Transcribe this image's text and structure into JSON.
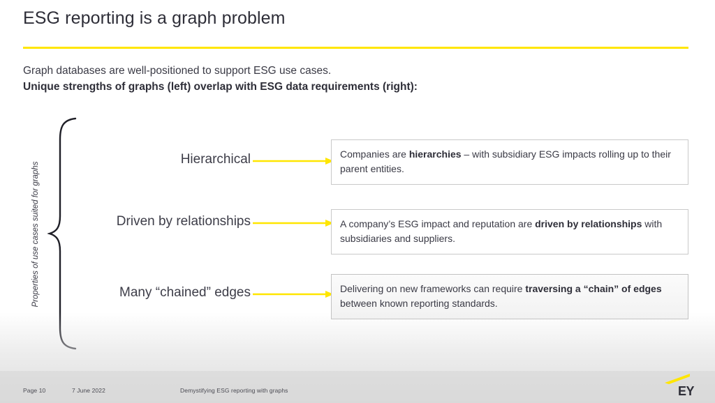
{
  "slide": {
    "title": "ESG reporting is a graph problem",
    "accent_color": "#ffe600",
    "text_color": "#2e2e38",
    "background_color": "#ffffff"
  },
  "subtitle": {
    "line1": "Graph databases are well-positioned to support ESG use cases.",
    "line2": "Unique strengths of graphs (left) overlap with ESG data requirements (right):"
  },
  "diagram": {
    "axis_label": "Properties of use cases suited for graphs",
    "brace_icon": "curly-brace-icon",
    "arrow_icon": "right-arrow-icon",
    "rows": [
      {
        "property": "Hierarchical",
        "detail_prefix": "Companies are ",
        "detail_bold": "hierarchies",
        "detail_suffix": " – with subsidiary ESG impacts rolling up to their parent entities."
      },
      {
        "property": "Driven by relationships",
        "detail_prefix": "A company’s ESG impact and reputation are ",
        "detail_bold": "driven by relationships",
        "detail_suffix": " with subsidiaries and suppliers."
      },
      {
        "property": "Many “chained” edges",
        "detail_prefix": "Delivering on new frameworks can require ",
        "detail_bold": "traversing a “chain” of edges",
        "detail_suffix": " between known reporting standards."
      }
    ]
  },
  "footer": {
    "page": "Page 10",
    "date": "7 June 2022",
    "deck_title": "Demystifying ESG reporting with graphs",
    "logo_text": "EY",
    "logo_icon": "ey-wedge-icon"
  }
}
